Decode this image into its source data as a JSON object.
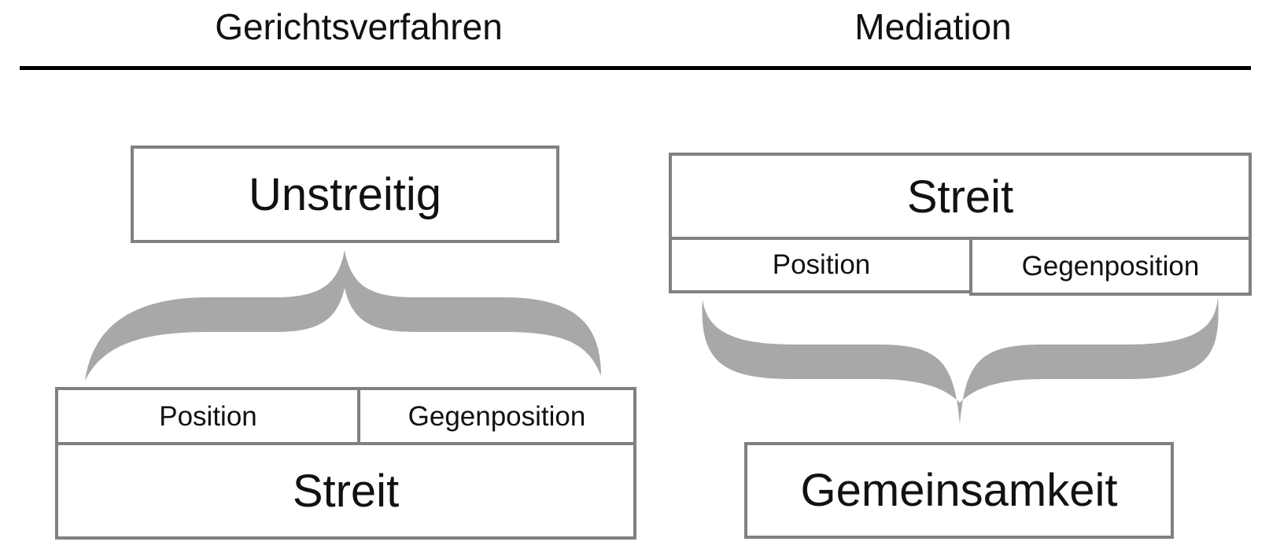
{
  "columns": {
    "court": {
      "heading": "Gerichtsverfahren",
      "top_box": "Unstreitig",
      "position": "Position",
      "counter_position": "Gegenposition",
      "dispute": "Streit"
    },
    "mediation": {
      "heading": "Mediation",
      "dispute": "Streit",
      "position": "Position",
      "counter_position": "Gegenposition",
      "common_ground": "Gemeinsamkeit"
    }
  },
  "colors": {
    "box_border": "#808083",
    "brace_fill": "#a7a8a8",
    "rule": "#000000",
    "text": "#111111"
  }
}
